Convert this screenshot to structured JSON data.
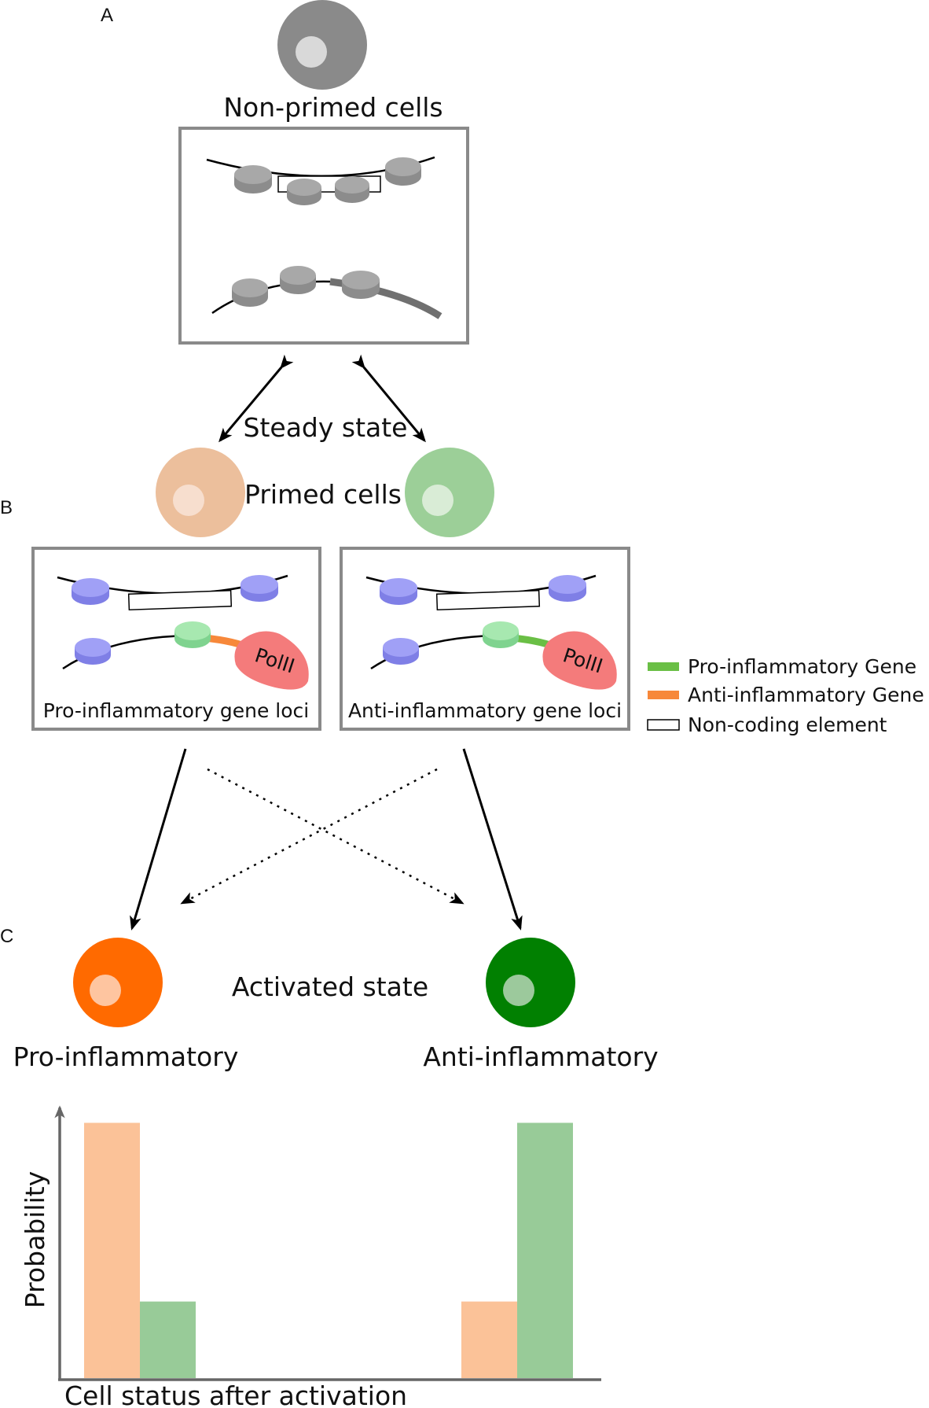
{
  "panel_labels": {
    "a": "A",
    "b": "B",
    "c": "C"
  },
  "cells": {
    "non_primed": "Non-primed cells",
    "steady_state": "Steady state",
    "primed": "Primed cells",
    "activated_state": "Activated state",
    "pro_inflammatory": "Pro-inflammatory",
    "anti_inflammatory": "Anti-inflammatory"
  },
  "loci": {
    "pro_box": "Pro-inflammatory gene loci",
    "anti_box": "Anti-inflammatory gene loci",
    "polymerase": "PolII"
  },
  "legend": [
    {
      "label": "Pro-inflammatory Gene",
      "color": "#6abf45"
    },
    {
      "label": "Anti-inflammatory Gene",
      "color": "#f7883a"
    },
    {
      "label": "Non-coding element",
      "color": "#ffffff"
    }
  ],
  "colors": {
    "non_primed_cell": "#8a8a8a",
    "primed_pro_cell": "#ecbf9c",
    "primed_anti_cell": "#9ccf98",
    "activated_pro_cell": "#ff6a00",
    "activated_anti_cell": "#018001",
    "nucleosome_gray": "#a6a6a6",
    "nucleosome_blue": "#9c9cf4",
    "polii": "#f47b7b"
  },
  "chart_data": {
    "type": "bar",
    "categories": [
      "Pro-inflammatory",
      "Anti-inflammatory"
    ],
    "series": [
      {
        "color": "#fbc298",
        "values": [
          1.0,
          0.3
        ]
      },
      {
        "color": "#98cb98",
        "values": [
          0.3,
          1.0
        ]
      }
    ],
    "xlabel": "Cell status after activation",
    "ylabel": "Probability",
    "ylim": [
      0,
      1.1
    ],
    "grid": false
  }
}
